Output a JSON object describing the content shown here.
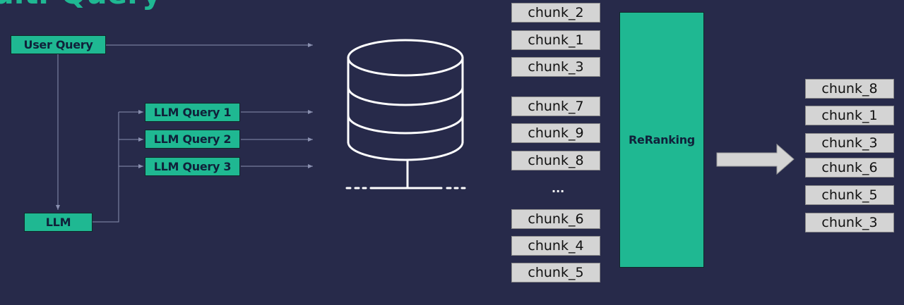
{
  "title": "ulti-Query",
  "nodes": {
    "user_query": "User Query",
    "llm": "LLM",
    "llm_queries": [
      "LLM Query 1",
      "LLM Query 2",
      "LLM Query 3"
    ]
  },
  "retrieved_chunks": [
    "chunk_2",
    "chunk_1",
    "chunk_3",
    "chunk_7",
    "chunk_9",
    "chunk_8",
    "chunk_6",
    "chunk_4",
    "chunk_5"
  ],
  "ellipsis": "...",
  "reranking_label": "ReRanking",
  "reranked_chunks": [
    "chunk_8",
    "chunk_1",
    "chunk_3",
    "chunk_6",
    "chunk_5",
    "chunk_3"
  ],
  "icons": {
    "database": "database-icon",
    "output_arrow": "arrow-right-icon"
  },
  "colors": {
    "background": "#272a4a",
    "accent": "#1fb892",
    "chunk_fill": "#d4d4d4",
    "connector": "#8a90b0"
  }
}
